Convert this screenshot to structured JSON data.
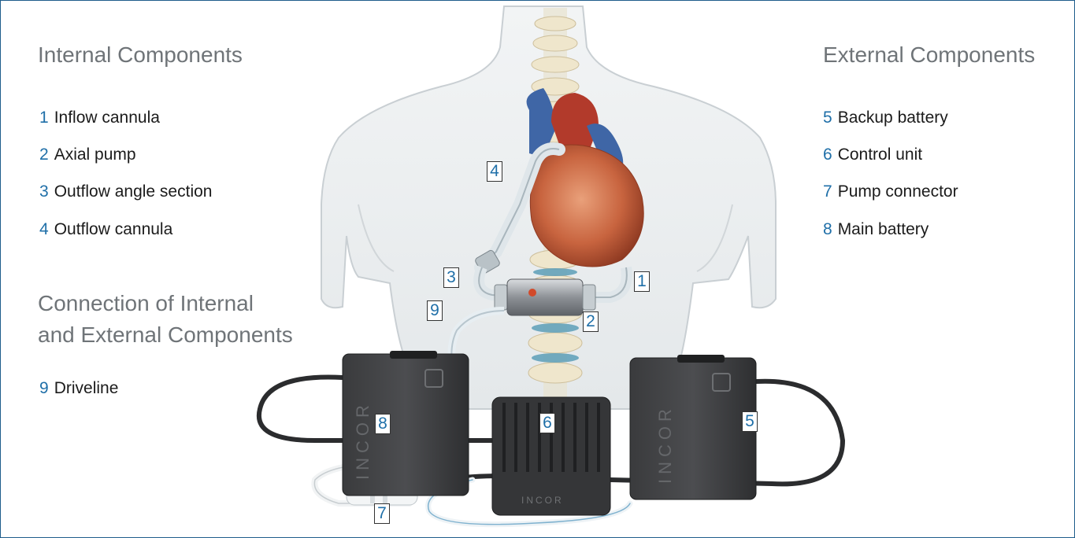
{
  "internal": {
    "title": "Internal Components",
    "items": [
      {
        "num": "1",
        "label": "Inflow cannula"
      },
      {
        "num": "2",
        "label": "Axial pump"
      },
      {
        "num": "3",
        "label": "Outflow angle section"
      },
      {
        "num": "4",
        "label": "Outflow cannula"
      }
    ]
  },
  "connection": {
    "title_line1": "Connection of Internal",
    "title_line2": "and External Components",
    "items": [
      {
        "num": "9",
        "label": "Driveline"
      }
    ]
  },
  "external": {
    "title": "External Components",
    "items": [
      {
        "num": "5",
        "label": "Backup battery"
      },
      {
        "num": "6",
        "label": "Control unit"
      },
      {
        "num": "7",
        "label": "Pump connector"
      },
      {
        "num": "8",
        "label": "Main battery"
      }
    ]
  },
  "callouts": {
    "c1": "1",
    "c2": "2",
    "c3": "3",
    "c4": "4",
    "c5": "5",
    "c6": "6",
    "c7": "7",
    "c8": "8",
    "c9": "9"
  },
  "device_brand": "INCOR",
  "colors": {
    "accent": "#1f6fa8",
    "heading": "#6f7478",
    "frame": "#1f5d8c"
  }
}
